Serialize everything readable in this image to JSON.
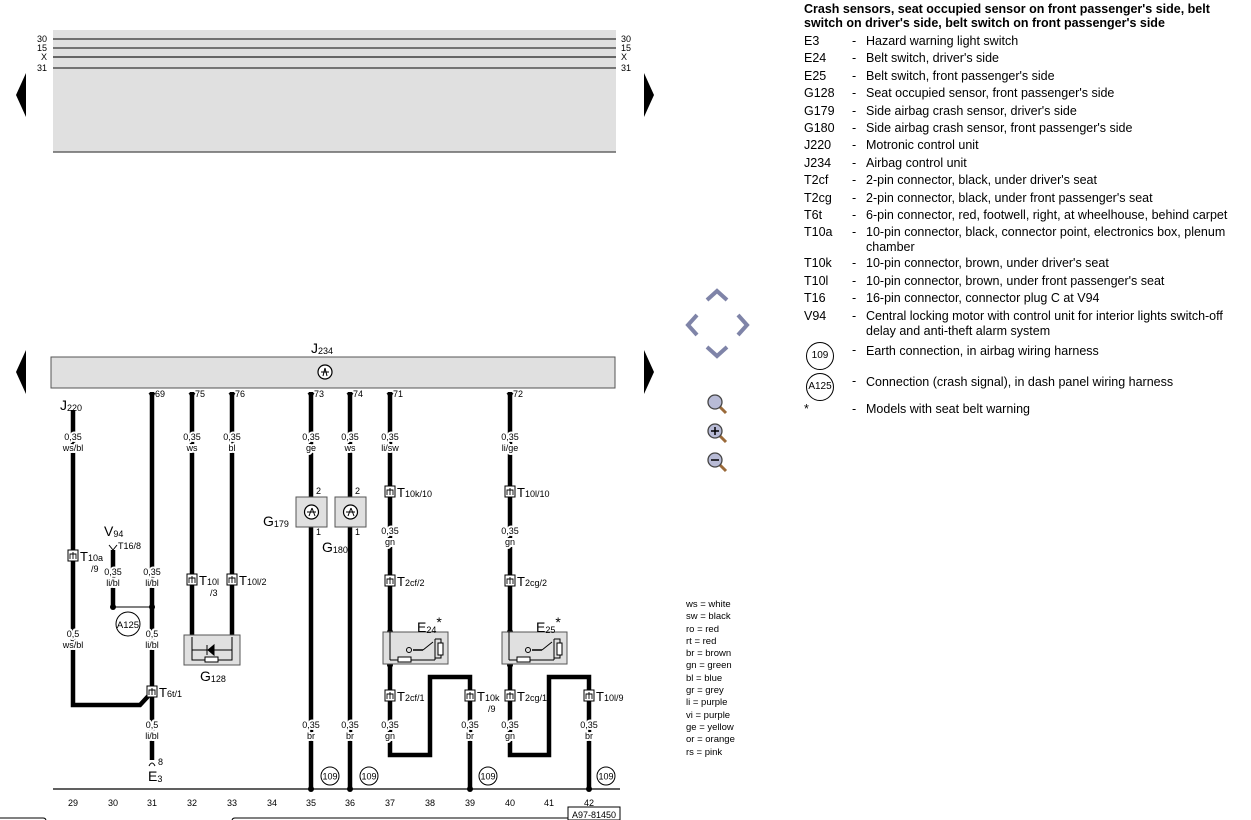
{
  "top_rails": {
    "labels": [
      "30",
      "15",
      "X",
      "31"
    ]
  },
  "control_unit": {
    "code": "J",
    "sub": "234"
  },
  "pins": [
    "69",
    "75",
    "76",
    "73",
    "74",
    "71",
    "72"
  ],
  "component_labels": [
    {
      "code": "J",
      "sub": "220"
    },
    {
      "code": "V",
      "sub": "94"
    },
    {
      "code": "G",
      "sub": "179"
    },
    {
      "code": "G",
      "sub": "180"
    },
    {
      "code": "G",
      "sub": "128"
    },
    {
      "code": "E",
      "sub": "24",
      "mark": "*"
    },
    {
      "code": "E",
      "sub": "25",
      "mark": "*"
    },
    {
      "code": "E",
      "sub": "3"
    }
  ],
  "component_pins": {
    "g179_in": "2",
    "g179_out": "1",
    "g180_in": "2",
    "g180_out": "1",
    "e3_pin": "8",
    "v94_pin": "T16/8"
  },
  "wires": [
    {
      "size": "0,35",
      "color": "ws/bl"
    },
    {
      "size": "0,35",
      "color": "li/bl"
    },
    {
      "size": "0,35",
      "color": "li/bl"
    },
    {
      "size": "0,35",
      "color": "ws"
    },
    {
      "size": "0,35",
      "color": "bl"
    },
    {
      "size": "0,35",
      "color": "ge"
    },
    {
      "size": "0,35",
      "color": "ws"
    },
    {
      "size": "0,35",
      "color": "li/sw"
    },
    {
      "size": "0,35",
      "color": "li/ge"
    },
    {
      "size": "0,35",
      "color": "gn"
    },
    {
      "size": "0,35",
      "color": "gn"
    },
    {
      "size": "0,5",
      "color": "ws/bl"
    },
    {
      "size": "0,5",
      "color": "li/bl"
    },
    {
      "size": "0,5",
      "color": "li/bl"
    },
    {
      "size": "0,35",
      "color": "br"
    },
    {
      "size": "0,35",
      "color": "br"
    },
    {
      "size": "0,35",
      "color": "gn"
    },
    {
      "size": "0,35",
      "color": "br"
    },
    {
      "size": "0,35",
      "color": "gn"
    },
    {
      "size": "0,35",
      "color": "br"
    }
  ],
  "connectors": [
    {
      "code": "T",
      "sub": "10a",
      "extra": "/9"
    },
    {
      "code": "T",
      "sub": "10l",
      "extra": "/3"
    },
    {
      "code": "T",
      "sub": "10l/2",
      "extra": ""
    },
    {
      "code": "T",
      "sub": "10k/10",
      "extra": ""
    },
    {
      "code": "T",
      "sub": "10l/10",
      "extra": ""
    },
    {
      "code": "T",
      "sub": "2cf/2",
      "extra": ""
    },
    {
      "code": "T",
      "sub": "2cg/2",
      "extra": ""
    },
    {
      "code": "T",
      "sub": "6t/1",
      "extra": ""
    },
    {
      "code": "T",
      "sub": "2cf/1",
      "extra": ""
    },
    {
      "code": "T",
      "sub": "10k",
      "extra": "/9"
    },
    {
      "code": "T",
      "sub": "2cg/1",
      "extra": ""
    },
    {
      "code": "T",
      "sub": "10l/9",
      "extra": ""
    }
  ],
  "splices": [
    "A125"
  ],
  "grounds": [
    "109",
    "109",
    "109",
    "109"
  ],
  "track_numbers": [
    "29",
    "30",
    "31",
    "32",
    "33",
    "34",
    "35",
    "36",
    "37",
    "38",
    "39",
    "40",
    "41",
    "42"
  ],
  "drawing_number": "A97-81450",
  "legend": {
    "title": "Crash sensors, seat occupied sensor on front passenger's side, belt switch on driver's side, belt switch on front passenger's side",
    "items": [
      {
        "code": "E3",
        "text": "Hazard warning light switch"
      },
      {
        "code": "E24",
        "text": "Belt switch, driver's side"
      },
      {
        "code": "E25",
        "text": "Belt switch, front passenger's side"
      },
      {
        "code": "G128",
        "text": "Seat occupied sensor, front passenger's side"
      },
      {
        "code": "G179",
        "text": "Side airbag crash sensor, driver's side"
      },
      {
        "code": "G180",
        "text": "Side airbag crash sensor, front passenger's side"
      },
      {
        "code": "J220",
        "text": "Motronic control unit"
      },
      {
        "code": "J234",
        "text": "Airbag control unit"
      },
      {
        "code": "T2cf",
        "text": "2-pin connector, black, under driver's seat"
      },
      {
        "code": "T2cg",
        "text": "2-pin connector, black, under front passenger's seat"
      },
      {
        "code": "T6t",
        "text": "6-pin connector, red, footwell, right, at wheelhouse, behind carpet"
      },
      {
        "code": "T10a",
        "text": "10-pin connector, black, connector point, electronics box, plenum chamber"
      },
      {
        "code": "T10k",
        "text": "10-pin connector, brown, under driver's seat"
      },
      {
        "code": "T10l",
        "text": "10-pin connector, brown, under front passenger's seat"
      },
      {
        "code": "T16",
        "text": "16-pin connector, connector plug C at V94"
      },
      {
        "code": "V94",
        "text": "Central locking motor with control unit for interior lights switch-off delay and anti-theft alarm system"
      }
    ],
    "symbols": [
      {
        "code": "109",
        "text": "Earth connection, in airbag wiring harness"
      },
      {
        "code": "A125",
        "text": "Connection (crash signal), in dash panel wiring harness"
      },
      {
        "code": "*",
        "text": "Models with seat belt warning"
      }
    ],
    "dash": "-"
  },
  "color_codes": [
    "ws = white",
    "sw = black",
    "ro = red",
    "rt = red",
    "br = brown",
    "gn = green",
    "bl = blue",
    "gr = grey",
    "li = purple",
    "vi = purple",
    "ge = yellow",
    "or = orange",
    "rs = pink"
  ]
}
